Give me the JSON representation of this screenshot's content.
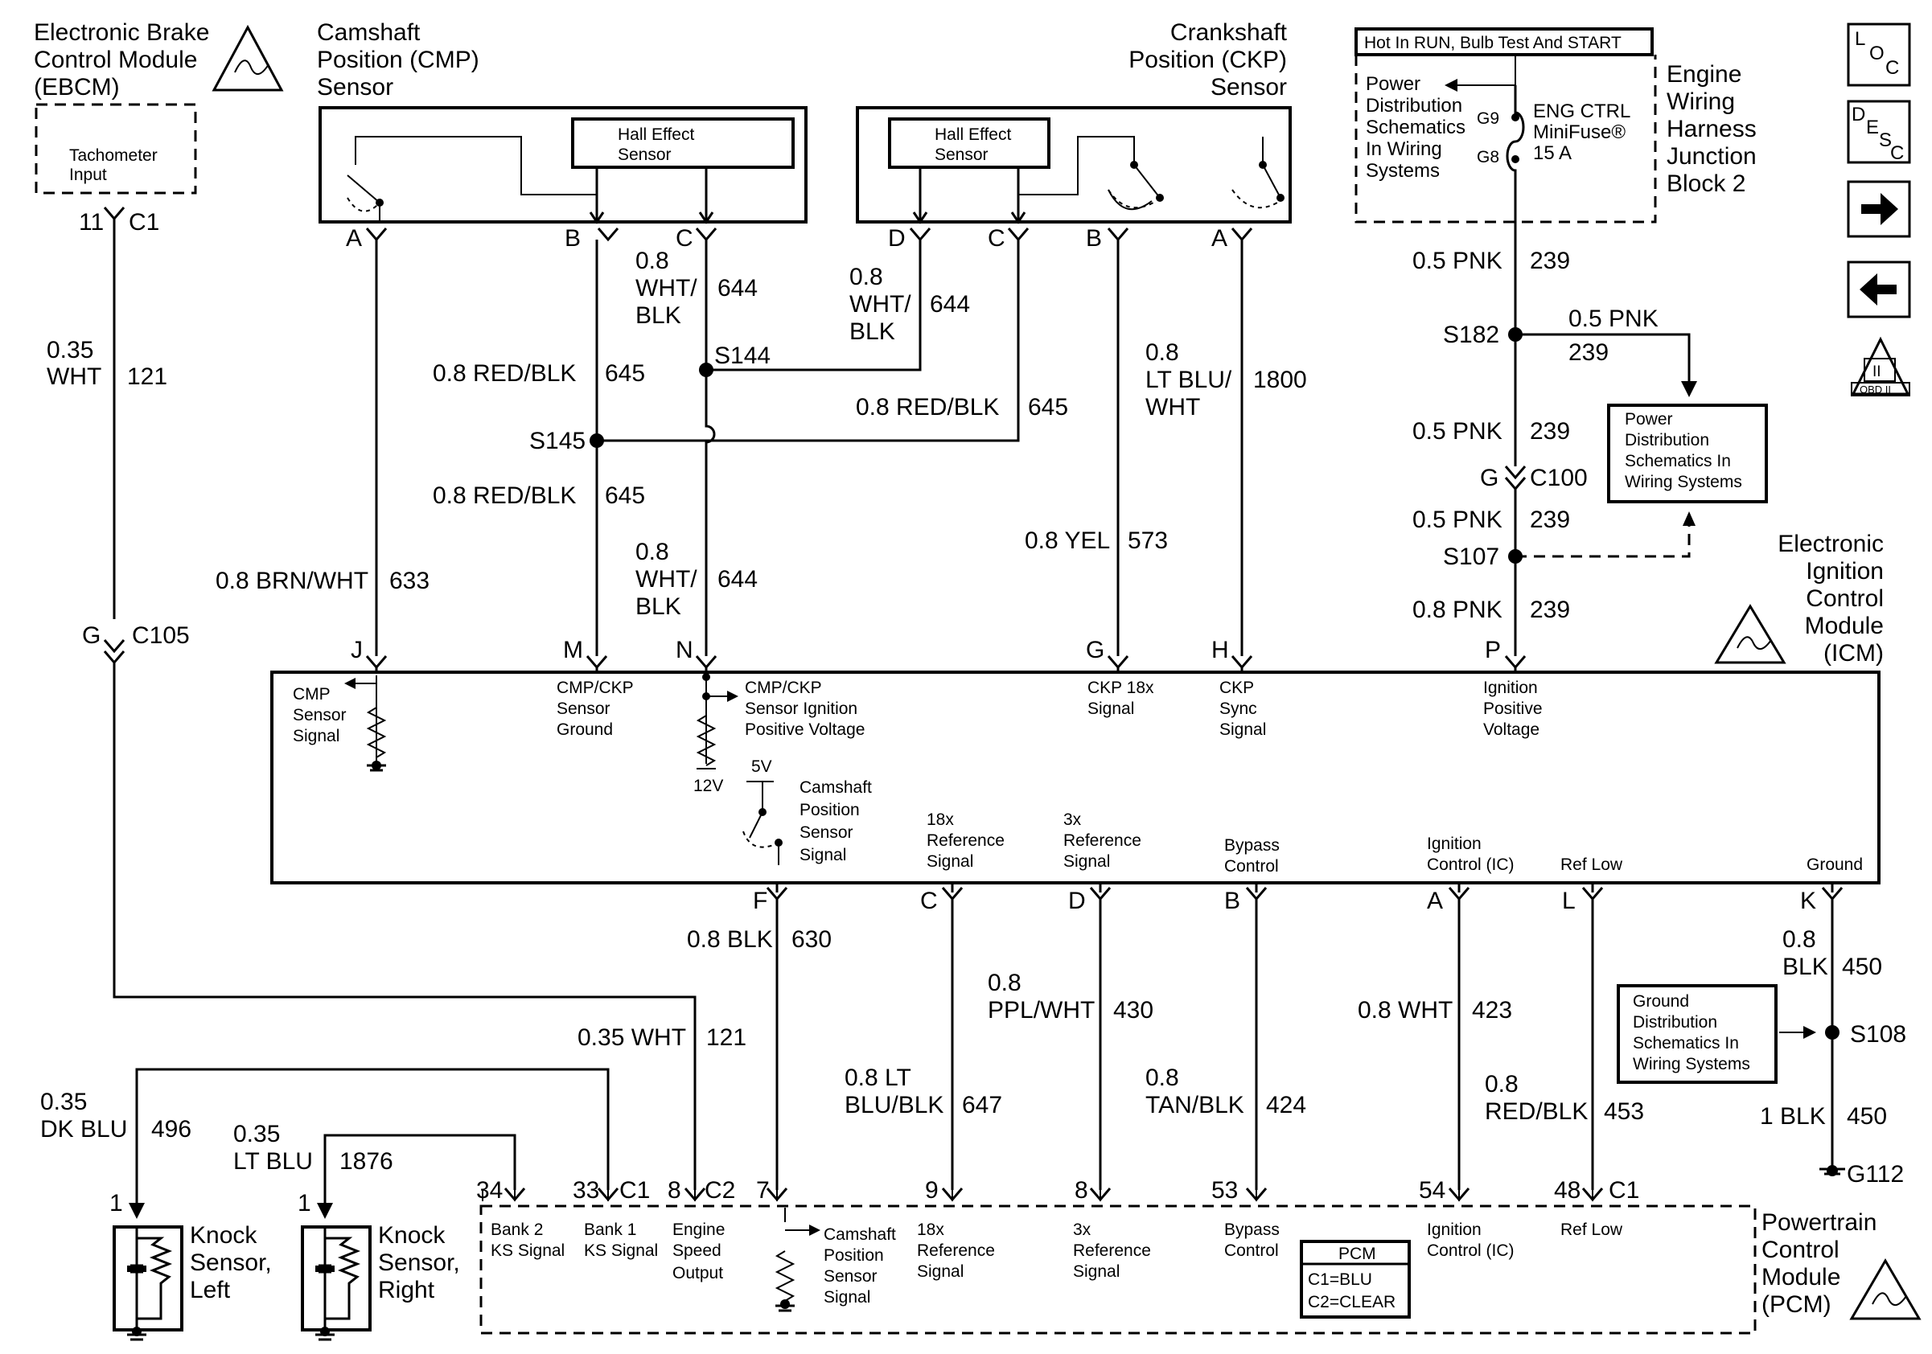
{
  "modules": {
    "ebcm": {
      "title": [
        "Electronic Brake",
        "Control Module",
        "(EBCM)"
      ],
      "input": [
        "Tachometer",
        "Input"
      ],
      "pin": "11",
      "conn": "C1"
    },
    "cmp": {
      "title": [
        "Camshaft",
        "Position (CMP)",
        "Sensor"
      ],
      "hall": [
        "Hall Effect",
        "Sensor"
      ],
      "pins": [
        "A",
        "B",
        "C"
      ]
    },
    "ckp": {
      "title": [
        "Crankshaft",
        "Position (CKP)",
        "Sensor"
      ],
      "hall": [
        "Hall Effect",
        "Sensor"
      ],
      "pins": [
        "D",
        "C",
        "B",
        "A"
      ]
    },
    "junction": {
      "header": "Hot In RUN, Bulb Test And START",
      "title": [
        "Engine",
        "Wiring",
        "Harness",
        "Junction",
        "Block 2"
      ],
      "pd": [
        "Power",
        "Distribution",
        "Schematics",
        "In Wiring",
        "Systems"
      ],
      "fuse": [
        "ENG CTRL",
        "MiniFuse®",
        "15 A"
      ],
      "g9": "G9",
      "g8": "G8"
    },
    "icm": {
      "title": [
        "Electronic",
        "Ignition",
        "Control",
        "Module",
        "(ICM)"
      ]
    },
    "pcm": {
      "title": [
        "Powertrain",
        "Control",
        "Module",
        "(PCM)"
      ],
      "legend_title": "PCM",
      "legend": [
        "C1=BLU",
        "C2=CLEAR"
      ]
    },
    "pd_box": [
      "Power",
      "Distribution",
      "Schematics In",
      "Wiring Systems"
    ],
    "gd_box": [
      "Ground",
      "Distribution",
      "Schematics In",
      "Wiring Systems"
    ]
  },
  "nav_icons": [
    {
      "name": "loc-icon",
      "text": "LOC"
    },
    {
      "name": "desc-icon",
      "text": "DESC"
    },
    {
      "name": "next-arrow-icon",
      "text": "→"
    },
    {
      "name": "prev-arrow-icon",
      "text": "←"
    },
    {
      "name": "obd2-icon",
      "text": "OBD II"
    }
  ],
  "wires": {
    "tach_top": {
      "gauge": "0.35",
      "color": "WHT",
      "circuit": "121"
    },
    "tach_c105": {
      "pin": "G",
      "conn": "C105"
    },
    "tach_bottom": "0.35 WHT",
    "tach_bottom_circuit": "121",
    "cmp_a": "0.8 BRN/WHT",
    "cmp_a_circuit": "633",
    "cmp_b_top": "0.8 RED/BLK",
    "cmp_b_top_circuit": "645",
    "cmp_b_bottom": "0.8 RED/BLK",
    "cmp_b_bottom_circuit": "645",
    "s145": "S145",
    "cmp_c_top": [
      "0.8",
      "WHT/",
      "BLK"
    ],
    "cmp_c_top_circuit": "644",
    "s144": "S144",
    "cmp_c_bottom": [
      "0.8",
      "WHT/",
      "BLK"
    ],
    "cmp_c_bottom_circuit": "644",
    "ckp_d": [
      "0.8",
      "WHT/",
      "BLK"
    ],
    "ckp_d_circuit": "644",
    "ckp_c": "0.8 RED/BLK",
    "ckp_c_circuit": "645",
    "ckp_b": "0.8 YEL",
    "ckp_b_circuit": "573",
    "ckp_a": [
      "0.8",
      "LT BLU/",
      "WHT"
    ],
    "ckp_a_circuit": "1800",
    "pnk1": "0.5 PNK",
    "pnk1_circuit": "239",
    "s182": "S182",
    "pnk_branch": "0.5 PNK",
    "pnk_branch_circuit": "239",
    "pnk2": "0.5 PNK",
    "pnk2_circuit": "239",
    "c100": {
      "pin": "G",
      "conn": "C100"
    },
    "pnk3": "0.5 PNK",
    "pnk3_circuit": "239",
    "s107": "S107",
    "pnk4": "0.8 PNK",
    "pnk4_circuit": "239",
    "f630": "0.8 BLK",
    "f630_circuit": "630",
    "c647": [
      "0.8 LT",
      "BLU/BLK"
    ],
    "c647_circuit": "647",
    "d430": [
      "0.8",
      "PPL/WHT"
    ],
    "d430_circuit": "430",
    "b424": [
      "0.8",
      "TAN/BLK"
    ],
    "b424_circuit": "424",
    "a423": "0.8 WHT",
    "a423_circuit": "423",
    "l453": [
      "0.8",
      "RED/BLK"
    ],
    "l453_circuit": "453",
    "k450_top": [
      "0.8",
      "BLK"
    ],
    "k450_top_circuit": "450",
    "s108": "S108",
    "k450_bottom": "1 BLK",
    "k450_bottom_circuit": "450",
    "g112": "G112",
    "ks_left": [
      "0.35",
      "DK BLU"
    ],
    "ks_left_circuit": "496",
    "ks_right": [
      "0.35",
      "LT BLU"
    ],
    "ks_right_circuit": "1876"
  },
  "icm_top_pins": [
    {
      "pin": "J",
      "label": [
        "CMP",
        "Sensor",
        "Signal"
      ]
    },
    {
      "pin": "M",
      "label": [
        "CMP/CKP",
        "Sensor",
        "Ground"
      ]
    },
    {
      "pin": "N",
      "label": [
        "CMP/CKP",
        "Sensor Ignition",
        "Positive Voltage"
      ]
    },
    {
      "pin": "G",
      "label": [
        "CKP 18x",
        "Signal"
      ]
    },
    {
      "pin": "H",
      "label": [
        "CKP",
        "Sync",
        "Signal"
      ]
    },
    {
      "pin": "P",
      "label": [
        "Ignition",
        "Positive",
        "Voltage"
      ]
    }
  ],
  "icm_internal": {
    "v12": "12V",
    "v5": "5V",
    "cam": [
      "Camshaft",
      "Position",
      "Sensor",
      "Signal"
    ]
  },
  "icm_bottom_pins": [
    {
      "pin": "F",
      "label": []
    },
    {
      "pin": "C",
      "label": [
        "18x",
        "Reference",
        "Signal"
      ]
    },
    {
      "pin": "D",
      "label": [
        "3x",
        "Reference",
        "Signal"
      ]
    },
    {
      "pin": "B",
      "label": [
        "Bypass",
        "Control"
      ]
    },
    {
      "pin": "A",
      "label": [
        "Ignition",
        "Control (IC)"
      ]
    },
    {
      "pin": "L",
      "label": [
        "Ref Low"
      ]
    },
    {
      "pin": "K",
      "label": [
        "Ground"
      ]
    }
  ],
  "pcm_pins": [
    {
      "pin": "34",
      "label": [
        "Bank 2",
        "KS Signal"
      ]
    },
    {
      "pin": "33",
      "label": [
        "Bank 1",
        "KS Signal"
      ],
      "conn": "C1"
    },
    {
      "pin": "8",
      "label": [
        "Engine",
        "Speed",
        "Output"
      ],
      "conn": "C2"
    },
    {
      "pin": "7",
      "label": [
        "Camshaft",
        "Position",
        "Sensor",
        "Signal"
      ]
    },
    {
      "pin": "9",
      "label": [
        "18x",
        "Reference",
        "Signal"
      ]
    },
    {
      "pin": "8",
      "label": [
        "3x",
        "Reference",
        "Signal"
      ]
    },
    {
      "pin": "53",
      "label": [
        "Bypass",
        "Control"
      ]
    },
    {
      "pin": "54",
      "label": [
        "Ignition",
        "Control (IC)"
      ]
    },
    {
      "pin": "48",
      "label": [
        "Ref Low"
      ],
      "conn": "C1"
    }
  ],
  "knock": {
    "left": {
      "pin": "1",
      "title": [
        "Knock",
        "Sensor,",
        "Left"
      ]
    },
    "right": {
      "pin": "1",
      "title": [
        "Knock",
        "Sensor,",
        "Right"
      ]
    }
  }
}
